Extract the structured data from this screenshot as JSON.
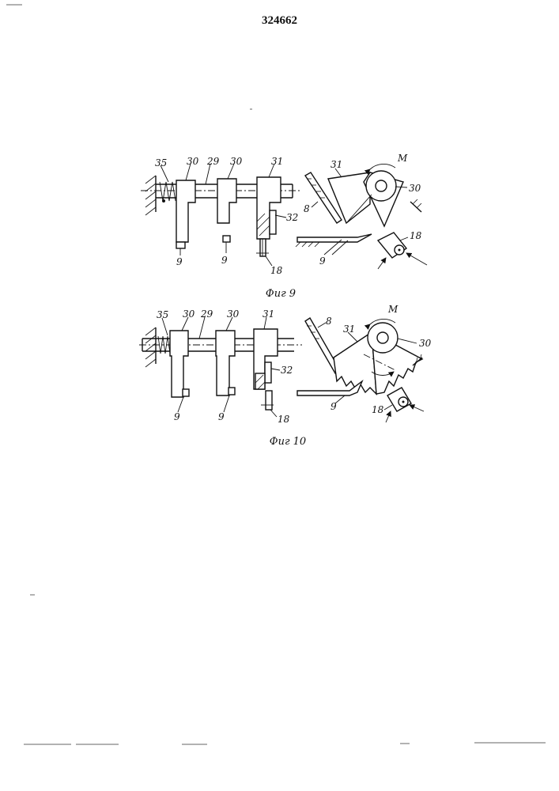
{
  "header": {
    "patent_number": "324662"
  },
  "fig9": {
    "caption": "Фиг 9",
    "labels": {
      "l35": "35",
      "l30a": "30",
      "l29": "29",
      "l30b": "30",
      "l31": "31",
      "l32": "32",
      "l9a": "9",
      "l9b": "9",
      "l18": "18",
      "r31": "31",
      "rM": "M",
      "r30": "30",
      "r8": "8",
      "r18": "18",
      "r9": "9"
    }
  },
  "fig10": {
    "caption": "Фиг 10",
    "labels": {
      "l35": "35",
      "l30a": "30",
      "l29": "29",
      "l30b": "30",
      "l31": "31",
      "l32": "32",
      "l9a": "9",
      "l9b": "9",
      "l18": "18",
      "rM": "M",
      "r8": "8",
      "r31": "31",
      "r30": "30",
      "r9": "9",
      "r18": "18"
    }
  }
}
